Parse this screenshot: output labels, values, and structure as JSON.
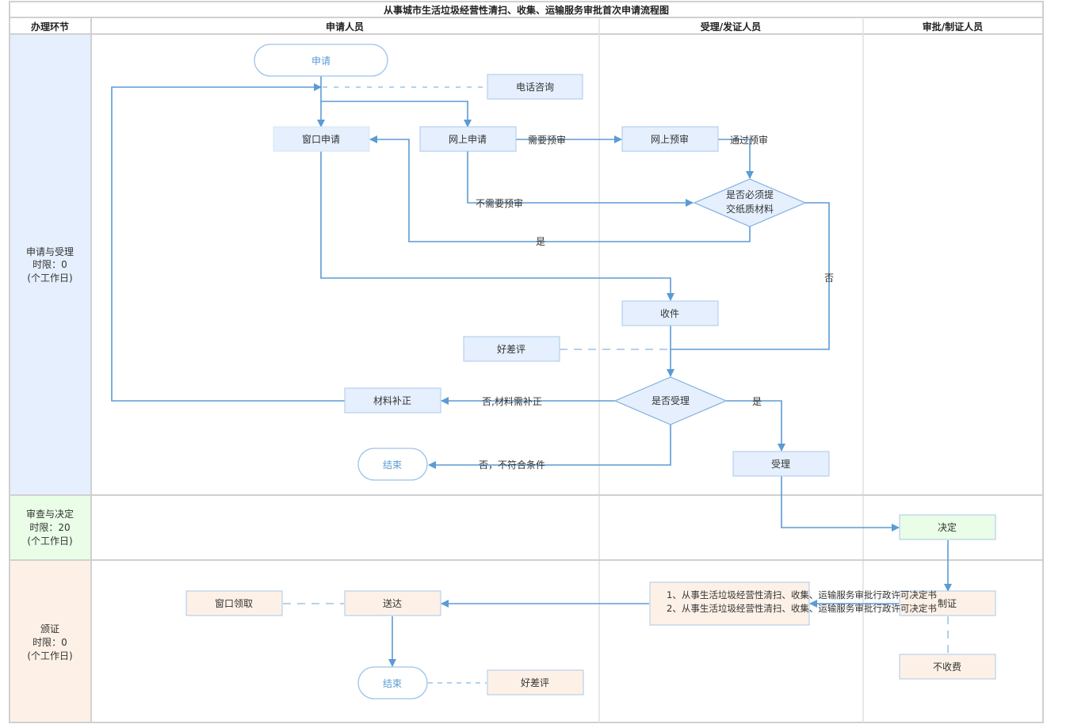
{
  "title": "从事城市生活垃圾经营性清扫、收集、运输服务审批首次申请流程图",
  "header": {
    "stage_col": "办理环节",
    "lanes": [
      "申请人员",
      "受理/发证人员",
      "审批/制证人员"
    ]
  },
  "phases": [
    {
      "name": "申请与受理",
      "limit": "时限：0",
      "unit": "(个工作日)",
      "color": "#e5effd"
    },
    {
      "name": "审查与决定",
      "limit": "时限：20",
      "unit": "(个工作日)",
      "color": "#e9fde7"
    },
    {
      "name": "颁证",
      "limit": "时限：0",
      "unit": "(个工作日)",
      "color": "#fdf1e7"
    }
  ],
  "colors": {
    "line": "#5b9bd5",
    "node_blue": "#e5effd",
    "node_green": "#e9fde7",
    "node_orange": "#fdf1e7",
    "node_border": "#a9c8ea",
    "terminal_text": "#5b9bd5",
    "grid": "#d0d0d0"
  },
  "nodes": {
    "start": "申请",
    "phone": "电话咨询",
    "window_apply": "窗口申请",
    "online_apply": "网上申请",
    "online_precheck": "网上预审",
    "paper_decision_l1": "是否必须提",
    "paper_decision_l2": "交纸质材料",
    "receive": "收件",
    "review1": "好差评",
    "accept_decision": "是否受理",
    "supplement": "材料补正",
    "end1": "结束",
    "accept": "受理",
    "decide": "决定",
    "make_cert": "制证",
    "no_fee": "不收费",
    "docs_l1": "1、从事生活垃圾经营性清扫、收集、运输服务审批行政许可决定书",
    "docs_l2": "2、从事生活垃圾经营性清扫、收集、运输服务审批行政许可决定书",
    "deliver": "送达",
    "window_pickup": "窗口领取",
    "end2": "结束",
    "review2": "好差评"
  },
  "edge_labels": {
    "need_precheck": "需要预审",
    "pass_precheck": "通过预审",
    "no_precheck": "不需要预审",
    "yes_paper": "是",
    "no_paper": "否",
    "no_supplement": "否,材料需补正",
    "yes_accept": "是",
    "no_reject": "否，不符合条件"
  }
}
